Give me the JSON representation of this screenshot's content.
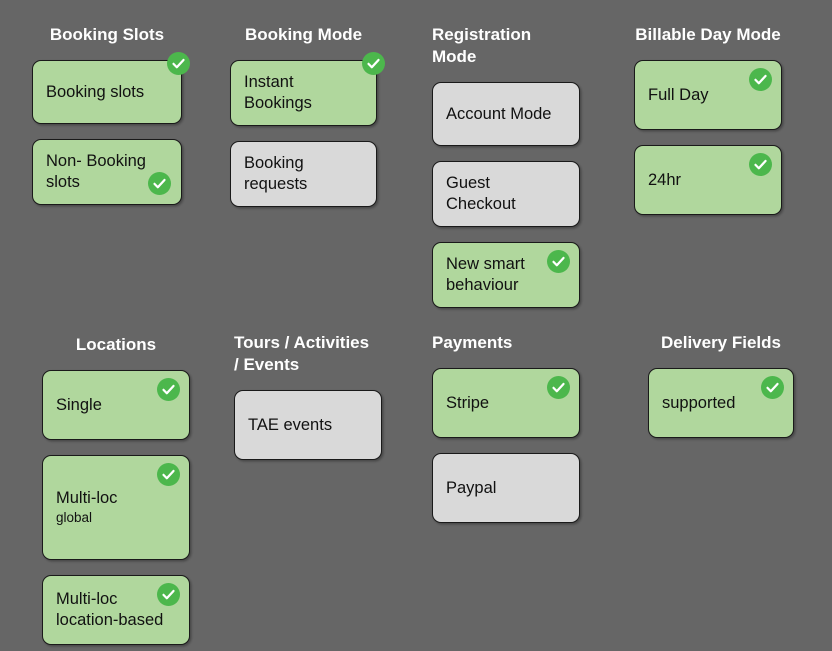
{
  "background_color": "#666666",
  "colors": {
    "card_enabled": "#b0d79d",
    "card_disabled": "#d9d9d9",
    "badge": "#4cb74c",
    "heading_text": "#ffffff",
    "card_text": "#111111",
    "card_border": "#1a1a1a"
  },
  "badge_icon": "check-circle-icon",
  "groups": [
    {
      "id": "booking-slots",
      "title": "Booking Slots",
      "title_align": "center",
      "cards": [
        {
          "label": "Booking slots",
          "state": "enabled",
          "checked": true,
          "badge_pos": "top-right-outside"
        },
        {
          "label": "Non- Booking\nslots",
          "state": "enabled",
          "checked": true,
          "badge_pos": "bottom-right-inside"
        }
      ]
    },
    {
      "id": "booking-mode",
      "title": "Booking Mode",
      "title_align": "center",
      "cards": [
        {
          "label": "Instant\nBookings",
          "state": "enabled",
          "checked": true,
          "badge_pos": "top-right-outside"
        },
        {
          "label": "Booking\nrequests",
          "state": "disabled",
          "checked": false,
          "badge_pos": null
        }
      ]
    },
    {
      "id": "registration-mode",
      "title": "Registration\nMode",
      "title_align": "left",
      "cards": [
        {
          "label": "Account Mode",
          "state": "disabled",
          "checked": false,
          "badge_pos": null
        },
        {
          "label": "Guest\nCheckout",
          "state": "disabled",
          "checked": false,
          "badge_pos": null
        },
        {
          "label": "New smart\nbehaviour",
          "state": "enabled",
          "checked": true,
          "badge_pos": "top-right-inside"
        }
      ]
    },
    {
      "id": "billable-day-mode",
      "title": "Billable Day Mode",
      "title_align": "center",
      "cards": [
        {
          "label": "Full Day",
          "state": "enabled",
          "checked": true,
          "badge_pos": "top-right-inside"
        },
        {
          "label": "24hr",
          "state": "enabled",
          "checked": true,
          "badge_pos": "top-right-inside"
        }
      ]
    },
    {
      "id": "locations",
      "title": "Locations",
      "title_align": "center",
      "cards": [
        {
          "label": "Single",
          "state": "enabled",
          "checked": true,
          "badge_pos": "top-right-inside"
        },
        {
          "label": "Multi-loc",
          "sub": "global",
          "state": "enabled",
          "checked": true,
          "badge_pos": "top-right-inside"
        },
        {
          "label": "Multi-loc\nlocation-based",
          "state": "enabled",
          "checked": true,
          "badge_pos": "top-right-inside"
        }
      ]
    },
    {
      "id": "tae",
      "title": "Tours / Activities\n/ Events",
      "title_align": "left",
      "cards": [
        {
          "label": "TAE events",
          "state": "disabled",
          "checked": false,
          "badge_pos": null
        }
      ]
    },
    {
      "id": "payments",
      "title": "Payments",
      "title_align": "left",
      "cards": [
        {
          "label": "Stripe",
          "state": "enabled",
          "checked": true,
          "badge_pos": "top-right-inside"
        },
        {
          "label": "Paypal",
          "state": "disabled",
          "checked": false,
          "badge_pos": null
        }
      ]
    },
    {
      "id": "delivery-fields",
      "title": "Delivery Fields",
      "title_align": "center",
      "cards": [
        {
          "label": "supported",
          "state": "enabled",
          "checked": true,
          "badge_pos": "top-right-inside"
        }
      ]
    }
  ]
}
